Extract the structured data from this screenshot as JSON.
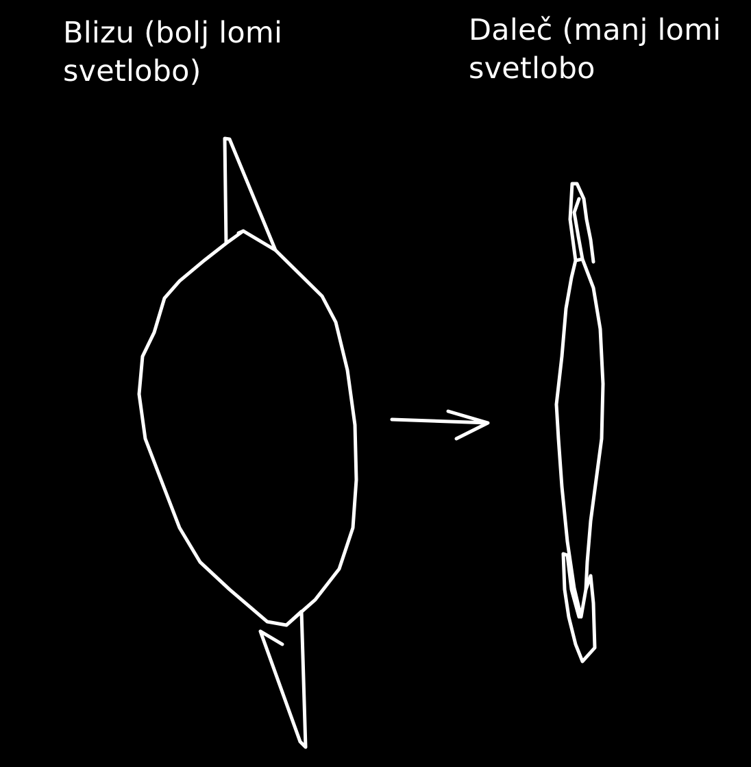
{
  "labels": {
    "near_line1": "Blizu (bolj lomi",
    "near_line2": "svetlobo)",
    "far_line1": "Daleč (manj lomi",
    "far_line2": "svetlobo"
  },
  "colors": {
    "background": "#000000",
    "stroke": "#ffffff"
  }
}
